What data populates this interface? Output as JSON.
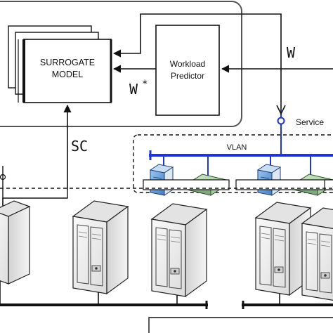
{
  "surrogate_model": {
    "line1": "SURROGATE",
    "line2": "MODEL"
  },
  "workload_predictor": {
    "line1": "Workload",
    "line2": "Predictor"
  },
  "signals": {
    "w": "W",
    "w_star": "W",
    "w_star_mark": "*",
    "sc": "SC"
  },
  "network": {
    "vlan": "VLAN",
    "service": "Service"
  },
  "colors": {
    "vlan_bus": "#1f36d6",
    "service_tap": "#1f36d6",
    "stroke": "#111111",
    "server_body": "#e6e6e6",
    "server_front": "#f5f5f5",
    "device_green": "#9cc79c",
    "pc_blue": "#4f8fd0"
  },
  "icons": {
    "servers": "server-tower-icon",
    "hosts": "desktop-host-icon",
    "network_devices": "network-appliance-icon",
    "tap": "circle-tap-icon",
    "arrows": "arrowhead-icon"
  }
}
